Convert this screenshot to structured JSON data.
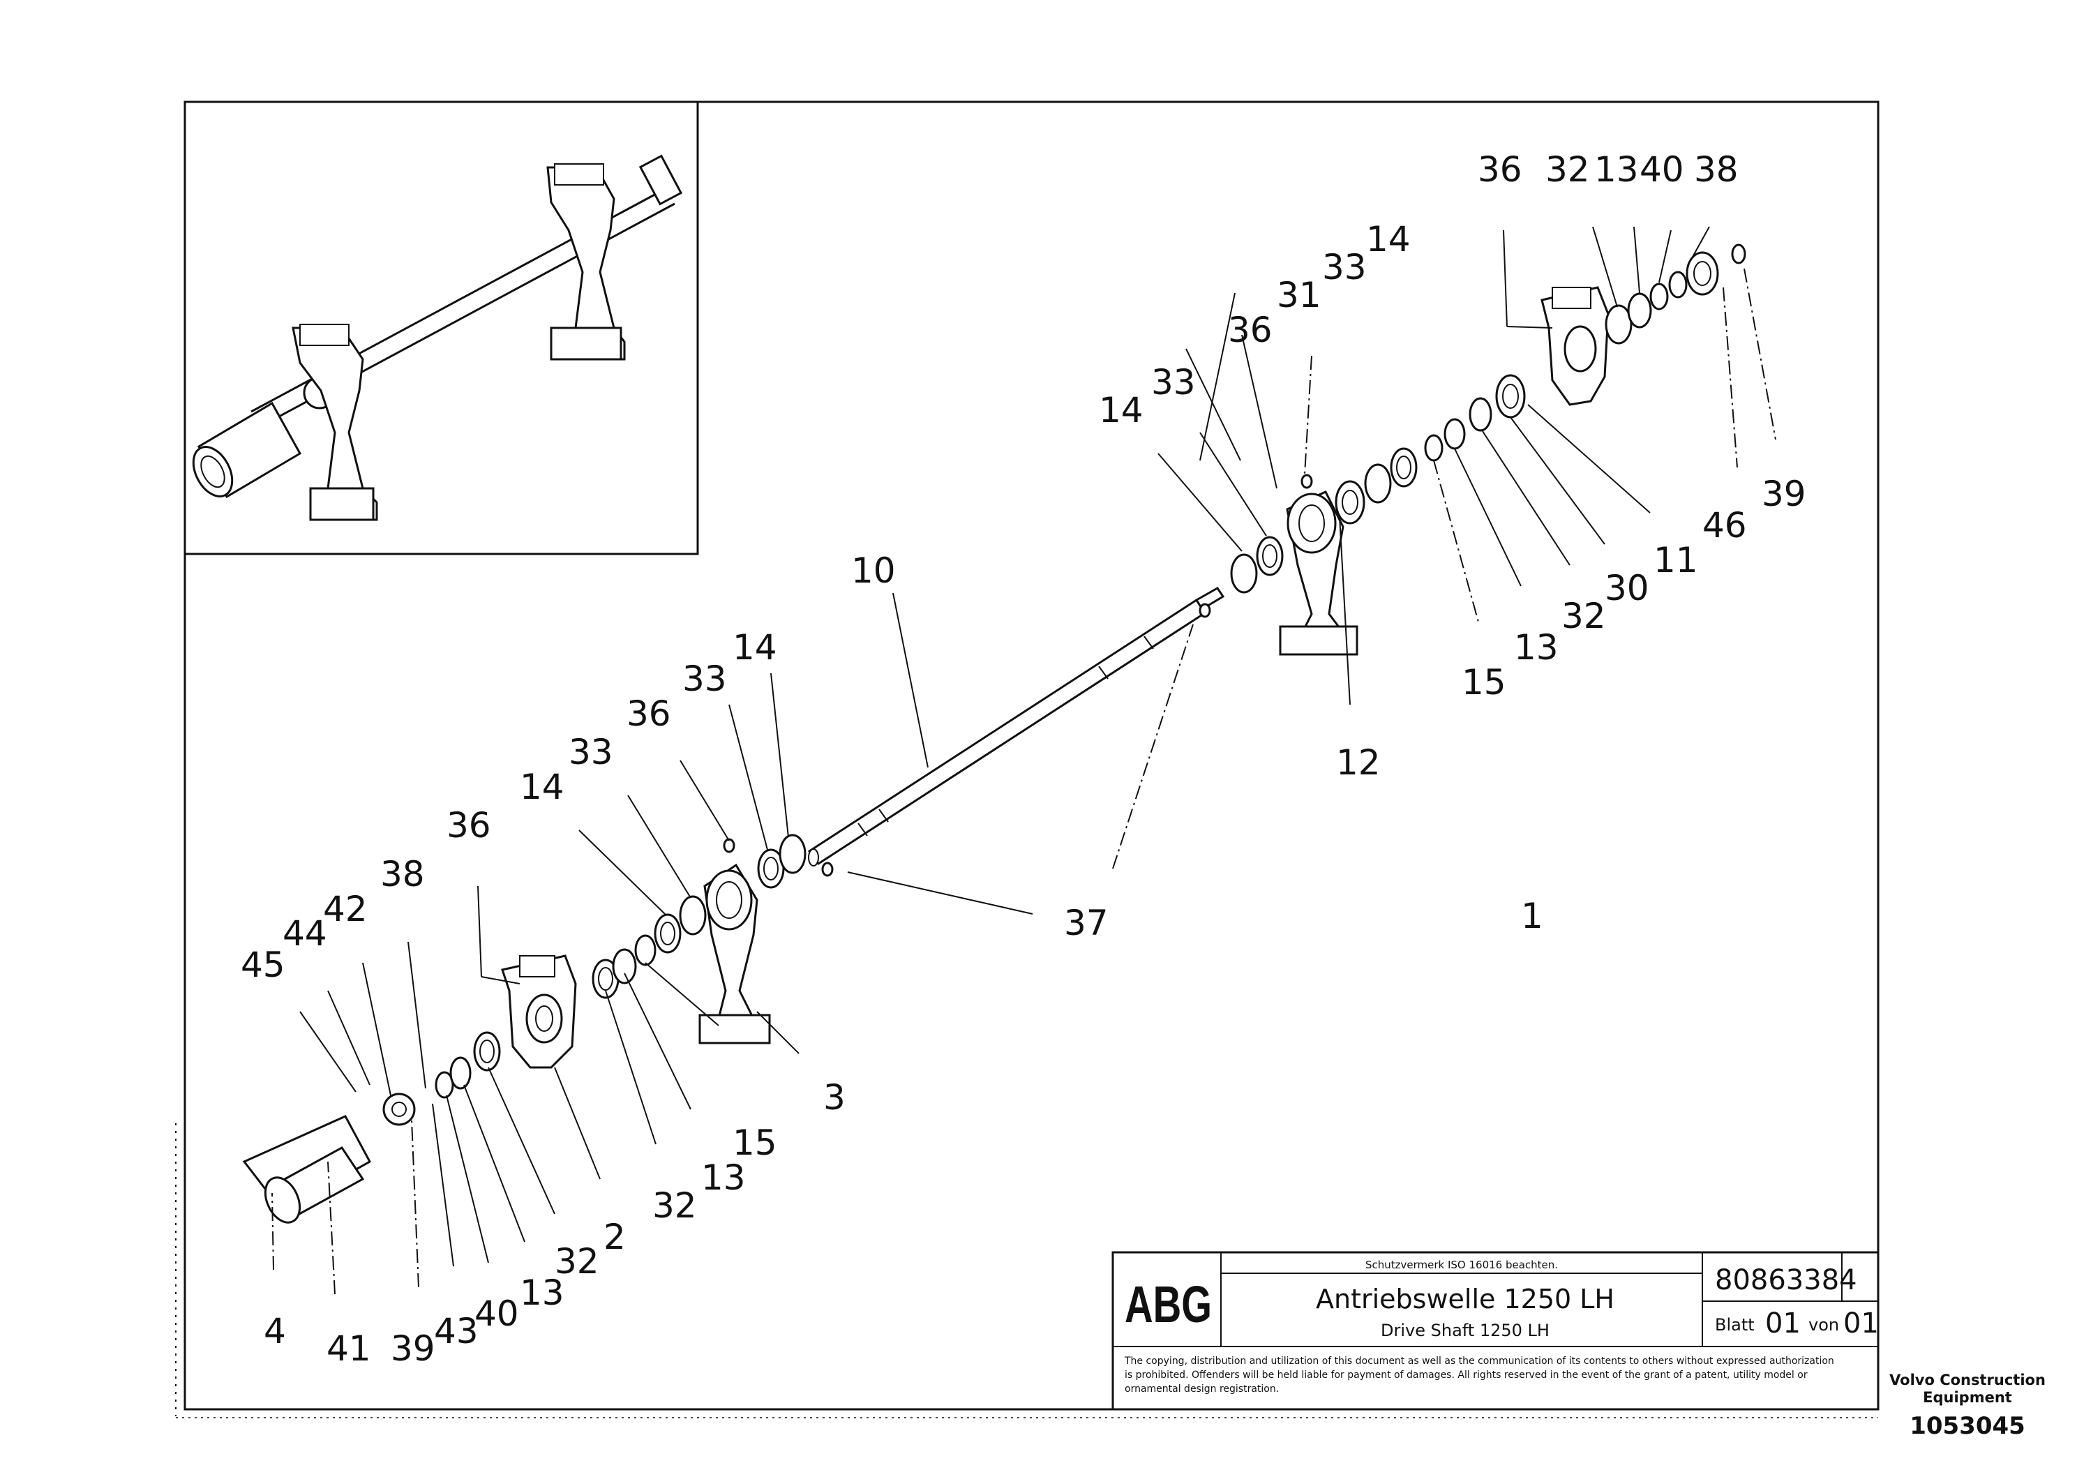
{
  "callouts": [
    {
      "id": "c1",
      "text": "36"
    },
    {
      "id": "c2",
      "text": "32"
    },
    {
      "id": "c3",
      "text": "13"
    },
    {
      "id": "c4",
      "text": "40"
    },
    {
      "id": "c5",
      "text": "38"
    },
    {
      "id": "c6",
      "text": "14"
    },
    {
      "id": "c7",
      "text": "33"
    },
    {
      "id": "c8",
      "text": "31"
    },
    {
      "id": "c9",
      "text": "36"
    },
    {
      "id": "c10",
      "text": "33"
    },
    {
      "id": "c11",
      "text": "14"
    },
    {
      "id": "c12",
      "text": "39"
    },
    {
      "id": "c13",
      "text": "46"
    },
    {
      "id": "c14",
      "text": "11"
    },
    {
      "id": "c15",
      "text": "30"
    },
    {
      "id": "c16",
      "text": "32"
    },
    {
      "id": "c17",
      "text": "13"
    },
    {
      "id": "c18",
      "text": "15"
    },
    {
      "id": "c19",
      "text": "10"
    },
    {
      "id": "c20",
      "text": "12"
    },
    {
      "id": "c21",
      "text": "14"
    },
    {
      "id": "c22",
      "text": "33"
    },
    {
      "id": "c23",
      "text": "36"
    },
    {
      "id": "c24",
      "text": "33"
    },
    {
      "id": "c25",
      "text": "14"
    },
    {
      "id": "c26",
      "text": "36"
    },
    {
      "id": "c27",
      "text": "38"
    },
    {
      "id": "c28",
      "text": "42"
    },
    {
      "id": "c29",
      "text": "44"
    },
    {
      "id": "c30",
      "text": "45"
    },
    {
      "id": "c31",
      "text": "37"
    },
    {
      "id": "c32",
      "text": "1"
    },
    {
      "id": "c33",
      "text": "3"
    },
    {
      "id": "c34",
      "text": "15"
    },
    {
      "id": "c35",
      "text": "13"
    },
    {
      "id": "c36",
      "text": "32"
    },
    {
      "id": "c37",
      "text": "2"
    },
    {
      "id": "c38",
      "text": "32"
    },
    {
      "id": "c39",
      "text": "13"
    },
    {
      "id": "c40",
      "text": "40"
    },
    {
      "id": "c41",
      "text": "43"
    },
    {
      "id": "c42",
      "text": "39"
    },
    {
      "id": "c43",
      "text": "41"
    },
    {
      "id": "c44",
      "text": "4"
    }
  ],
  "title_block": {
    "logo": "ABG",
    "protection_note": "Schutzvermerk ISO 16016 beachten.",
    "title_de": "Antriebswelle 1250 LH",
    "title_en": "Drive Shaft 1250 LH",
    "drawing_number": "80863384",
    "sheet_label": "Blatt",
    "sheet_number": "01",
    "of_label": "von",
    "sheet_total": "01",
    "legal_line_1": "The copying, distribution and utilization of this document as well as the communication of its contents to others without expressed authorization",
    "legal_line_2": "is prohibited. Offenders will be held liable for payment of damages. All rights reserved in the event of the grant of a patent, utility model or",
    "legal_line_3": "ornamental design registration."
  },
  "publisher": {
    "line1": "Volvo Construction",
    "line2": "Equipment",
    "ref_number": "1053045"
  },
  "icons": {
    "inset": "assembly-overview-icon",
    "shaft": "drive-shaft-icon",
    "bearing": "bearing-housing-icon",
    "ring": "washer-ring-icon"
  }
}
